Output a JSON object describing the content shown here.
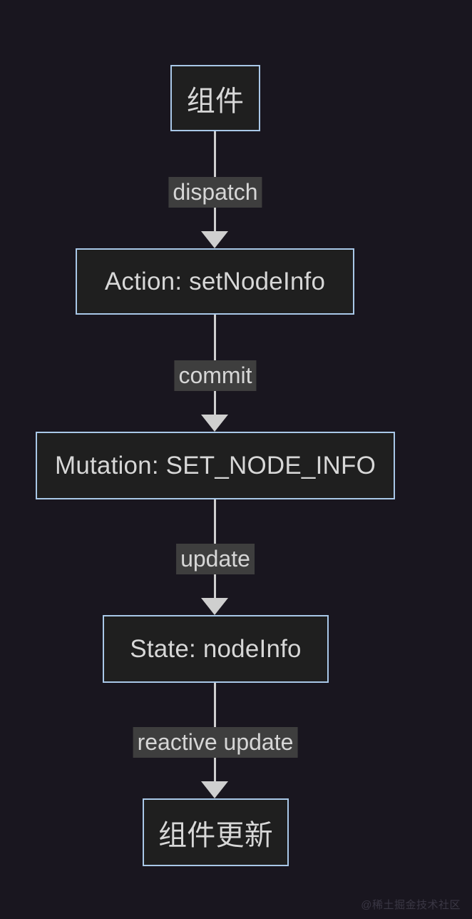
{
  "canvas": {
    "background_color": "#19161f",
    "node_fill_color": "#1f1f1f",
    "node_border_color": "#a9c8e8",
    "edge_color": "#cfcfcf",
    "edge_label_background": "#3e3e3e",
    "text_color": "#d7d7d7"
  },
  "diagram": {
    "type": "flowchart",
    "direction": "top-to-bottom",
    "nodes": [
      {
        "id": "component",
        "label": "组件",
        "shape": "rectangle"
      },
      {
        "id": "action",
        "label": "Action: setNodeInfo",
        "shape": "rectangle"
      },
      {
        "id": "mutation",
        "label": "Mutation: SET_NODE_INFO",
        "shape": "rectangle"
      },
      {
        "id": "state",
        "label": "State: nodeInfo",
        "shape": "rectangle"
      },
      {
        "id": "component_update",
        "label": "组件更新",
        "shape": "rectangle"
      }
    ],
    "edges": [
      {
        "from": "component",
        "to": "action",
        "label": "dispatch",
        "arrow": "arrow-down-icon"
      },
      {
        "from": "action",
        "to": "mutation",
        "label": "commit",
        "arrow": "arrow-down-icon"
      },
      {
        "from": "mutation",
        "to": "state",
        "label": "update",
        "arrow": "arrow-down-icon"
      },
      {
        "from": "state",
        "to": "component_update",
        "label": "reactive update",
        "arrow": "arrow-down-icon"
      }
    ]
  },
  "watermark": {
    "text": "@稀土掘金技术社区"
  }
}
